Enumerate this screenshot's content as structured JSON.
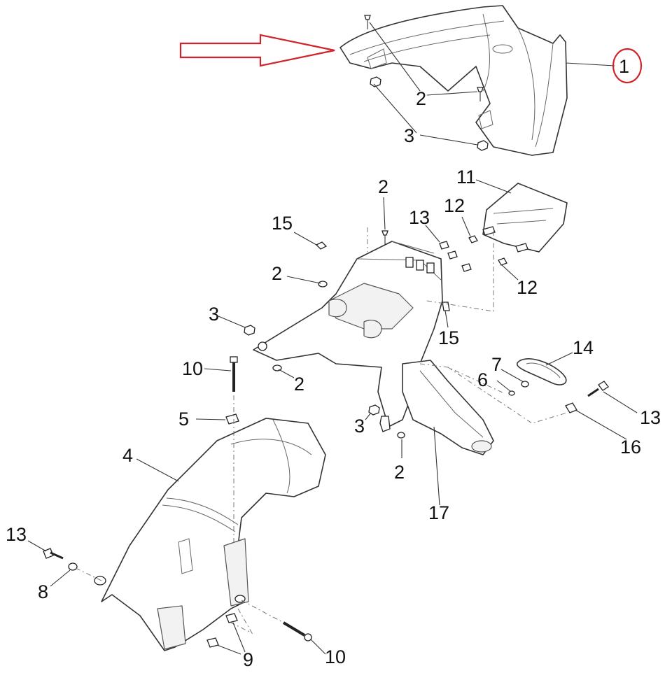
{
  "diagram": {
    "labels": [
      {
        "id": "c1",
        "text": "1"
      },
      {
        "id": "c2a",
        "text": "2"
      },
      {
        "id": "c3a",
        "text": "3"
      },
      {
        "id": "c2b",
        "text": "2"
      },
      {
        "id": "c11",
        "text": "11"
      },
      {
        "id": "c15a",
        "text": "15"
      },
      {
        "id": "c13a",
        "text": "13"
      },
      {
        "id": "c12a",
        "text": "12"
      },
      {
        "id": "c2c",
        "text": "2"
      },
      {
        "id": "c12b",
        "text": "12"
      },
      {
        "id": "c3b",
        "text": "3"
      },
      {
        "id": "c15b",
        "text": "15"
      },
      {
        "id": "c10a",
        "text": "10"
      },
      {
        "id": "c2d",
        "text": "2"
      },
      {
        "id": "c14",
        "text": "14"
      },
      {
        "id": "c7",
        "text": "7"
      },
      {
        "id": "c6",
        "text": "6"
      },
      {
        "id": "c5",
        "text": "5"
      },
      {
        "id": "c3c",
        "text": "3"
      },
      {
        "id": "c13b",
        "text": "13"
      },
      {
        "id": "c16",
        "text": "16"
      },
      {
        "id": "c4",
        "text": "4"
      },
      {
        "id": "c2e",
        "text": "2"
      },
      {
        "id": "c17",
        "text": "17"
      },
      {
        "id": "c13c",
        "text": "13"
      },
      {
        "id": "c8",
        "text": "8"
      },
      {
        "id": "c9",
        "text": "9"
      },
      {
        "id": "c10b",
        "text": "10"
      }
    ],
    "highlight": {
      "target_label": "1",
      "color": "#d0242b"
    }
  }
}
